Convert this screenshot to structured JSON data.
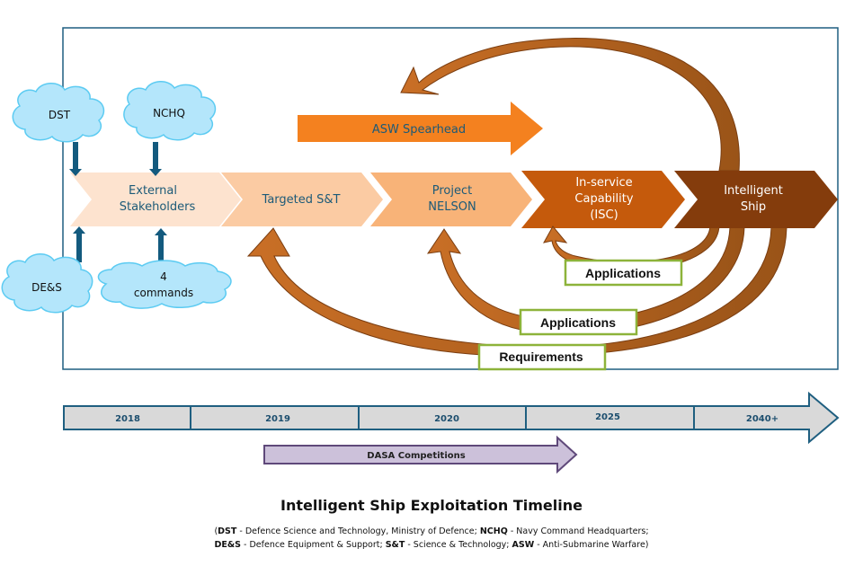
{
  "title": "Intelligent Ship Exploitation Timeline",
  "stakeholders": {
    "dst": "DST",
    "nchq": "NCHQ",
    "des": "DE&S",
    "commands_line1": "4",
    "commands_line2": "commands"
  },
  "stages": [
    {
      "line1": "External",
      "line2": "Stakeholders",
      "fill": "#fde3cf",
      "text_color": "#1c5a78"
    },
    {
      "line1": "Targeted S&T",
      "line2": "",
      "fill": "#fbcba3",
      "text_color": "#1c5a78"
    },
    {
      "line1": "Project",
      "line2": "NELSON",
      "fill": "#f8b378",
      "text_color": "#1c5a78"
    },
    {
      "line1": "In-service",
      "line2": "Capability",
      "line3": "(ISC)",
      "fill": "#c55a0c",
      "text_color": "#ffffff"
    },
    {
      "line1": "Intelligent",
      "line2": "Ship",
      "fill": "#843c0c",
      "text_color": "#ffffff"
    }
  ],
  "spearhead": {
    "label": "ASW Spearhead",
    "fill": "#f4811f",
    "text_color": "#1c5a78"
  },
  "feedback_labels": {
    "applications_1": "Applications",
    "applications_2": "Applications",
    "requirements": "Requirements"
  },
  "timeline": {
    "years": [
      "2018",
      "2019",
      "2020",
      "2025",
      "2040+"
    ]
  },
  "dasa": {
    "label": "DASA Competitions"
  },
  "footnote": {
    "line1": [
      {
        "abbr": "DST",
        "text": " - Defence Science and Technology, Ministry of Defence; "
      },
      {
        "abbr": "NCHQ",
        "text": " - Navy Command Headquarters;"
      }
    ],
    "line2": [
      {
        "abbr": "DE&S",
        "text": " - Defence Equipment & Support; "
      },
      {
        "abbr": "S&T",
        "text": " - Science & Technology; "
      },
      {
        "abbr": "ASW",
        "text": " - Anti-Submarine Warfare)"
      }
    ],
    "open_paren": "("
  },
  "colors": {
    "frame": "#1f5f80",
    "arrow_brown": "#b4621f",
    "arrow_stroke": "#7a3d10",
    "cloud_fill": "#b4e6fb",
    "cloud_stroke": "#5ccbf2",
    "down_arrow": "#135a7e",
    "label_border": "#8db33a",
    "timeline_fill": "#d9d9d9",
    "timeline_stroke": "#1f5f80",
    "dasa_fill": "#ccc1da",
    "dasa_stroke": "#5f497a"
  }
}
